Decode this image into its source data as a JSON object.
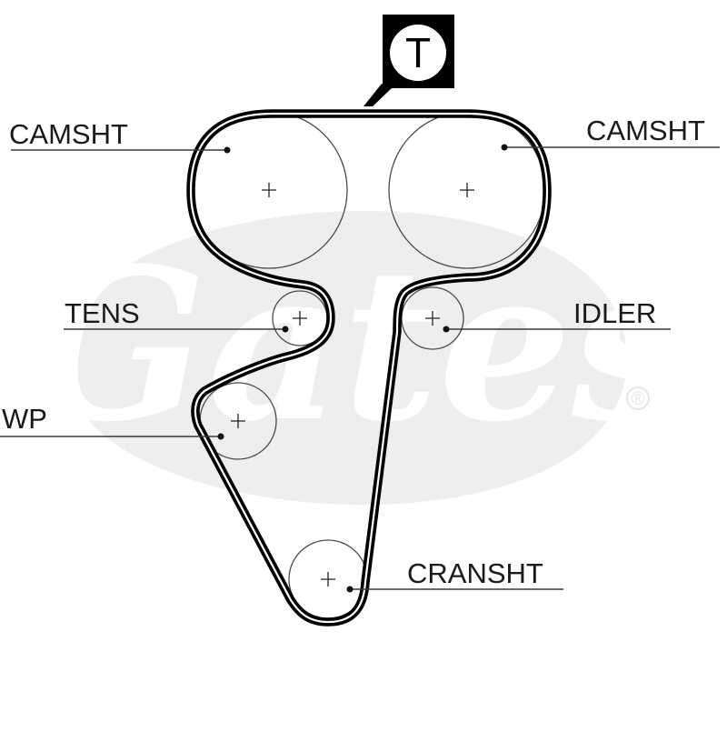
{
  "diagram": {
    "tensioner_tag": "T",
    "watermark": {
      "brand": "Gates",
      "registered": "®"
    },
    "pulleys": [
      {
        "key": "camsht_left",
        "label": "CAMSHT"
      },
      {
        "key": "camsht_right",
        "label": "CAMSHT"
      },
      {
        "key": "tens",
        "label": "TENS"
      },
      {
        "key": "idler",
        "label": "IDLER"
      },
      {
        "key": "wp",
        "label": "WP"
      },
      {
        "key": "cransht",
        "label": "CRANSHT"
      }
    ]
  }
}
